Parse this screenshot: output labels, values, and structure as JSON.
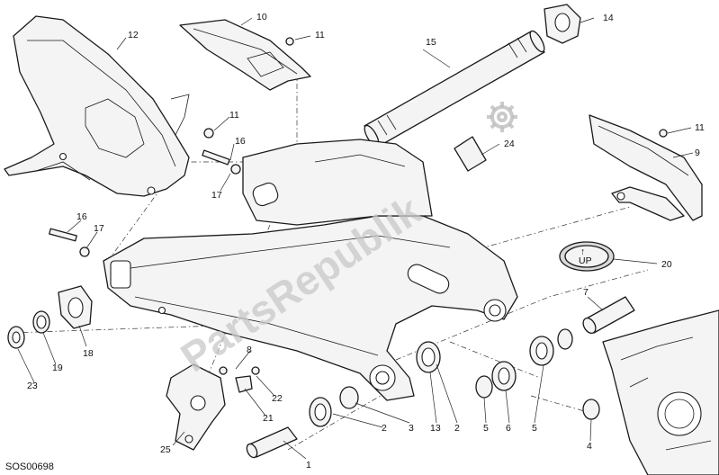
{
  "watermark": {
    "text": "PartsRepublik"
  },
  "drawing_code": "SOS00698",
  "callouts": [
    {
      "id": "c1",
      "label": "1"
    },
    {
      "id": "c2a",
      "label": "2"
    },
    {
      "id": "c2b",
      "label": "2"
    },
    {
      "id": "c3",
      "label": "3"
    },
    {
      "id": "c4",
      "label": "4"
    },
    {
      "id": "c5a",
      "label": "5"
    },
    {
      "id": "c5b",
      "label": "5"
    },
    {
      "id": "c6",
      "label": "6"
    },
    {
      "id": "c7",
      "label": "7"
    },
    {
      "id": "c8",
      "label": "8"
    },
    {
      "id": "c9",
      "label": "9"
    },
    {
      "id": "c10",
      "label": "10"
    },
    {
      "id": "c11a",
      "label": "11"
    },
    {
      "id": "c11b",
      "label": "11"
    },
    {
      "id": "c11c",
      "label": "11"
    },
    {
      "id": "c12",
      "label": "12"
    },
    {
      "id": "c13",
      "label": "13"
    },
    {
      "id": "c14",
      "label": "14"
    },
    {
      "id": "c15",
      "label": "15"
    },
    {
      "id": "c16a",
      "label": "16"
    },
    {
      "id": "c16b",
      "label": "16"
    },
    {
      "id": "c17a",
      "label": "17"
    },
    {
      "id": "c17b",
      "label": "17"
    },
    {
      "id": "c18",
      "label": "18"
    },
    {
      "id": "c19",
      "label": "19"
    },
    {
      "id": "c20",
      "label": "20"
    },
    {
      "id": "c21",
      "label": "21"
    },
    {
      "id": "c22",
      "label": "22"
    },
    {
      "id": "c23",
      "label": "23"
    },
    {
      "id": "c24",
      "label": "24"
    },
    {
      "id": "c25",
      "label": "25"
    }
  ]
}
